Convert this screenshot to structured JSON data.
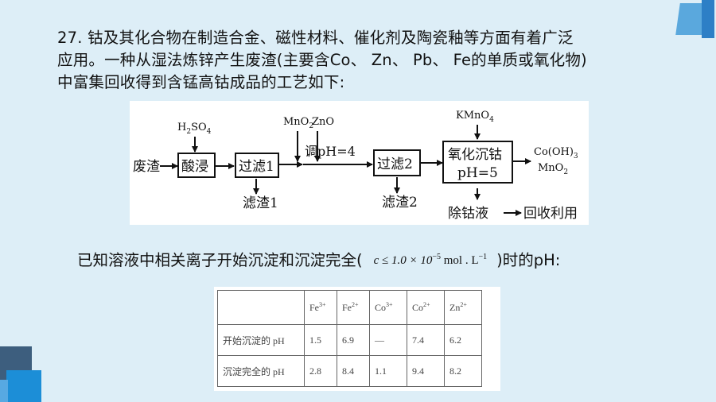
{
  "question": {
    "line1": "27. 钴及其化合物在制造合金、磁性材料、催化剂及陶瓷釉等方面有着广泛",
    "line2": "应用。一种从湿法炼锌产生废渣(主要含Co、 Zn、 Pb、 Fe的单质或氧化物)",
    "line3": "中富集回收得到含锰高钴成品的工艺如下:"
  },
  "flow": {
    "waste": "废渣",
    "reagent_h2so4": "H",
    "reagent_h2so4_sub1": "2",
    "reagent_h2so4_mid": "SO",
    "reagent_h2so4_sub2": "4",
    "acid_leach": "酸浸",
    "filter1": "过滤1",
    "residue1": "滤渣1",
    "reagent_mno2": "MnO",
    "reagent_mno2_sub": "2",
    "reagent_zno": "ZnO",
    "adjust_ph": "调pH=4",
    "filter2": "过滤2",
    "residue2": "滤渣2",
    "reagent_kmno4": "KMnO",
    "reagent_kmno4_sub": "4",
    "oxidize_line1": "氧化沉钴",
    "oxidize_line2": "pH=5",
    "product_line1": "Co(OH)",
    "product_line1_sub": "3",
    "product_line2": "MnO",
    "product_line2_sub": "2",
    "cobalt_removed_liquid": "除钴液",
    "recycle": "回收利用"
  },
  "known": {
    "prefix": "已知溶液中相关离子开始沉淀和沉淀完全(",
    "condition_c": "c ≤ 1.0 × 10",
    "condition_exp": "−5",
    "condition_unit": "mol . L",
    "condition_unit_exp": "−1",
    "suffix": ")时的pH:"
  },
  "table": {
    "headers": [
      {
        "ion": "Fe",
        "charge": "3+"
      },
      {
        "ion": "Fe",
        "charge": "2+"
      },
      {
        "ion": "Co",
        "charge": "3+"
      },
      {
        "ion": "Co",
        "charge": "2+"
      },
      {
        "ion": "Zn",
        "charge": "2+"
      }
    ],
    "rows": [
      {
        "label": "开始沉淀的 pH",
        "values": [
          "1.5",
          "6.9",
          "—",
          "7.4",
          "6.2"
        ]
      },
      {
        "label": "沉淀完全的 pH",
        "values": [
          "2.8",
          "8.4",
          "1.1",
          "9.4",
          "8.2"
        ]
      }
    ]
  }
}
